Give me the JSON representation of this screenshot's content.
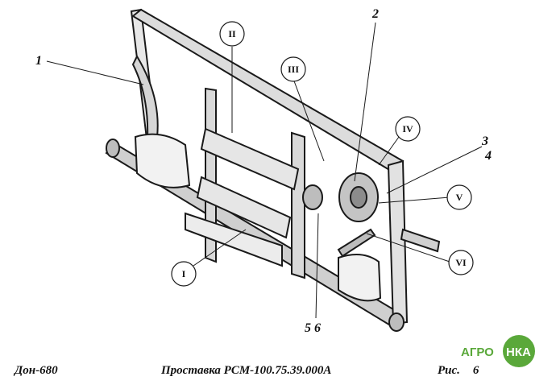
{
  "labels": {
    "part_1": "1",
    "part_2": "2",
    "part_3": "3",
    "part_4": "4",
    "part_5_6": "5 6",
    "node_I": "I",
    "node_II": "II",
    "node_III": "III",
    "node_IV": "IV",
    "node_V": "V",
    "node_VI": "VI"
  },
  "footer": {
    "left": "Дон-680",
    "center": "Проставка РСМ-100.75.39.000А",
    "fig_label": "Рис.",
    "fig_number": "6"
  },
  "logo": {
    "left_text": "АГРО",
    "right_text": "НКА"
  },
  "colors": {
    "ink": "#1a1a1a",
    "logo_green": "#5aa83a"
  }
}
